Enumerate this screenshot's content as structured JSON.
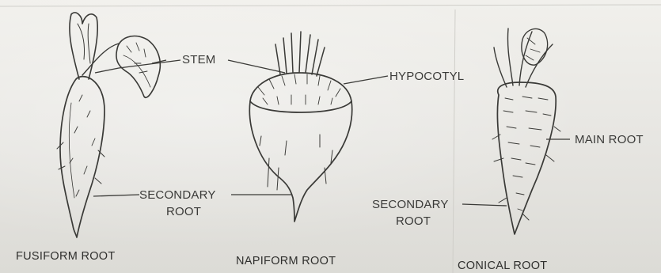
{
  "labels": {
    "stem": "STEM",
    "hypocotyl": "HYPOCOTYL",
    "main_root": "MAIN ROOT",
    "secondary_root_1_line1": "SECONDARY",
    "secondary_root_1_line2": "ROOT",
    "secondary_root_2_line1": "SECONDARY",
    "secondary_root_2_line2": "ROOT"
  },
  "captions": {
    "fusiform": "FUSIFORM ROOT",
    "napiform": "NAPIFORM ROOT",
    "conical": "CONICAL ROOT"
  }
}
